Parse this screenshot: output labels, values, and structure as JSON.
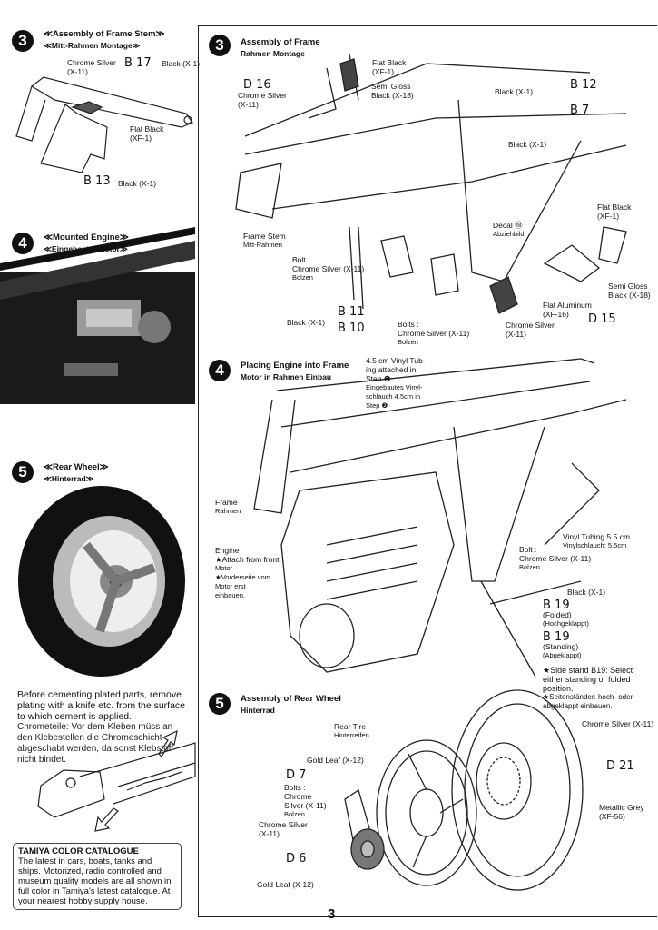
{
  "page_number": "3",
  "left": {
    "step3": {
      "number": "3",
      "title_en": "≪Assembly of Frame Stem≫",
      "title_de": "≪Mitt-Rahmen Montage≫",
      "labels": {
        "chrome_silver": "Chrome Silver",
        "chrome_silver_code": "(X-11)",
        "b17": "B 17",
        "b17_paint": "Black (X-1)",
        "flat_black": "Flat Black",
        "flat_black_code": "(XF-1)",
        "b13": "B 13",
        "b13_paint": "Black (X-1)"
      }
    },
    "step4": {
      "number": "4",
      "title_en": "≪Mounted Engine≫",
      "title_de": "≪Eingebauter Motor≫"
    },
    "step5": {
      "number": "5",
      "title_en": "≪Rear Wheel≫",
      "title_de": "≪Hinterrad≫"
    },
    "plating_note_en": "Before cementing plated parts, remove plating with a knife etc. from the surface to which cement is applied.",
    "plating_note_de": "Chrometeile: Vor dem Kleben müss an den Klebestellen die Chromeschicht abgeschabt werden, da sonst Klebstoff nicht bindet.",
    "catalogue": {
      "title": "TAMIYA COLOR CATALOGUE",
      "body": "The latest in cars, boats, tanks and ships. Motorized, radio controlled and museum quality models are all shown in full color in Tamiya's latest catalogue. At your nearest hobby supply house."
    }
  },
  "right": {
    "step3": {
      "number": "3",
      "title_en": "Assembly of Frame",
      "title_de": "Rahmen Montage",
      "labels": {
        "flat_black_top": [
          "Flat Black",
          "(XF-1)"
        ],
        "d16": "D 16",
        "chrome_silver_top": [
          "Chrome Silver",
          "(X-11)"
        ],
        "semi_gloss_top": [
          "Semi Gloss",
          "Black (X-18)"
        ],
        "black_top": "Black (X-1)",
        "b12": "B 12",
        "b7": "B 7",
        "black_mid": "Black (X-1)",
        "frame_stem": [
          "Frame Stem",
          "Mitt-Rahmen"
        ],
        "decal": [
          "Decal ⑱",
          "Abziehbild"
        ],
        "bolt": [
          "Bolt :",
          "Chrome Silver (X-11)",
          "Bolzen"
        ],
        "flat_black_right": [
          "Flat Black",
          "(XF-1)"
        ],
        "semi_gloss_right": [
          "Semi Gloss",
          "Black (X-18)"
        ],
        "flat_aluminum": [
          "Flat Aluminum",
          "(XF-16)"
        ],
        "d15": "D 15",
        "b11": "B 11",
        "b10": "B 10",
        "black_left": "Black (X-1)",
        "bolts": [
          "Bolts :",
          "Chrome Silver (X-11)",
          "Bolzen"
        ],
        "chrome_silver_bottom": [
          "Chrome Silver",
          "(X-11)"
        ]
      }
    },
    "step4": {
      "number": "4",
      "title_en": "Placing Engine into Frame",
      "title_de": "Motor in Rahmen Einbau",
      "labels": {
        "vinyl_note_en": [
          "4.5 cm Vinyl Tub-",
          "ing attached in",
          "Step ❷."
        ],
        "vinyl_note_de": [
          "Eingebautes Vinyl-",
          "schlauch 4.5cm in",
          "Step ❷"
        ],
        "frame": [
          "Frame",
          "Rahmen"
        ],
        "engine": [
          "Engine",
          "★Attach from front.",
          "Motor",
          "★Vorderseite vom",
          "Motor erst",
          "einbauen."
        ],
        "vinyl_55": [
          "Vinyl Tubing 5.5 cm",
          "Vinylschlauch: 5.5cm"
        ],
        "bolt": [
          "Bolt :",
          "Chrome Silver (X-11)",
          "Bolzen"
        ],
        "black": "Black (X-1)",
        "b19_folded": [
          "B 19",
          "(Folded)",
          "(Hochgeklappt)"
        ],
        "b19_standing": [
          "B 19",
          "(Standing)",
          "(Abgeklappt)"
        ],
        "side_stand_en": "★Side stand B19: Select either standing or folded position.",
        "side_stand_de": "★Seitenständer: hoch- oder abgeklappt einbauen."
      }
    },
    "step5": {
      "number": "5",
      "title_en": "Assembly of Rear Wheel",
      "title_de": "Hinterrad",
      "labels": {
        "rear_tire": [
          "Rear Tire",
          "Hinterreifen"
        ],
        "chrome_silver_right": "Chrome Silver (X-11)",
        "gold_leaf_top": "Gold Leaf (X-12)",
        "d7": "D 7",
        "d21": "D 21",
        "bolts": [
          "Bolts :",
          "Chrome",
          "Silver (X-11)",
          "Bolzen"
        ],
        "chrome_silver_left": [
          "Chrome Silver",
          "(X-11)"
        ],
        "metallic_grey": [
          "Metallic Grey",
          "(XF-56)"
        ],
        "d6": "D 6",
        "gold_leaf_bottom": "Gold Leaf (X-12)"
      }
    }
  }
}
